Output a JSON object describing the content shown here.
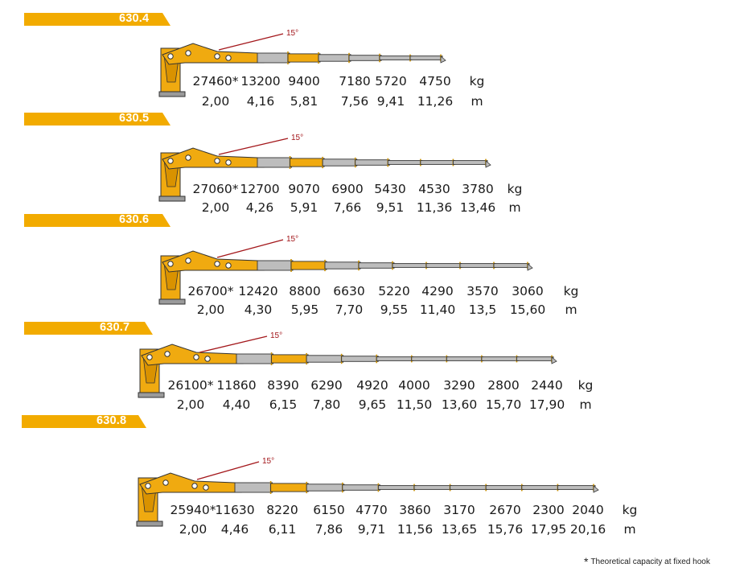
{
  "colors": {
    "tag": "#f2ab00",
    "boom_yellow": "#f0aa10",
    "boom_grey": "#bdbdbd",
    "outline": "#333333",
    "angle_line": "#a3171b",
    "text": "#1a1a1a"
  },
  "angle_label": "15°",
  "footnote": {
    "symbol": "*",
    "text": "Theoretical capacity at fixed hook"
  },
  "models": [
    {
      "name": "630.4",
      "loads": [
        "27460*",
        "13200",
        "9400",
        "7180",
        "5720",
        "4750"
      ],
      "load_unit": "kg",
      "distances": [
        "2,00",
        "4,16",
        "5,81",
        "7,56",
        "9,41",
        "11,26"
      ],
      "distance_unit": "m"
    },
    {
      "name": "630.5",
      "loads": [
        "27060*",
        "12700",
        "9070",
        "6900",
        "5430",
        "4530",
        "3780"
      ],
      "load_unit": "kg",
      "distances": [
        "2,00",
        "4,26",
        "5,91",
        "7,66",
        "9,51",
        "11,36",
        "13,46"
      ],
      "distance_unit": "m"
    },
    {
      "name": "630.6",
      "loads": [
        "26700*",
        "12420",
        "8800",
        "6630",
        "5220",
        "4290",
        "3570",
        "3060"
      ],
      "load_unit": "kg",
      "distances": [
        "2,00",
        "4,30",
        "5,95",
        "7,70",
        "9,55",
        "11,40",
        "13,5",
        "15,60"
      ],
      "distance_unit": "m"
    },
    {
      "name": "630.7",
      "loads": [
        "26100*",
        "11860",
        "8390",
        "6290",
        "4920",
        "4000",
        "3290",
        "2800",
        "2440"
      ],
      "load_unit": "kg",
      "distances": [
        "2,00",
        "4,40",
        "6,15",
        "7,80",
        "9,65",
        "11,50",
        "13,60",
        "15,70",
        "17,90"
      ],
      "distance_unit": "m"
    },
    {
      "name": "630.8",
      "loads": [
        "25940*",
        "11630",
        "8220",
        "6150",
        "4770",
        "3860",
        "3170",
        "2670",
        "2300",
        "2040"
      ],
      "load_unit": "kg",
      "distances": [
        "2,00",
        "4,46",
        "6,11",
        "7,86",
        "9,71",
        "11,56",
        "13,65",
        "15,76",
        "17,95",
        "20,16"
      ],
      "distance_unit": "m"
    }
  ]
}
